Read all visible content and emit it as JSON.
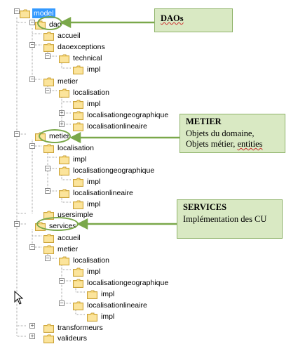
{
  "tree": {
    "root": "model",
    "dao": "dao",
    "dao_accueil": "accueil",
    "daoexceptions": "daoexceptions",
    "technical": "technical",
    "technical_impl": "impl",
    "dao_metier": "metier",
    "dao_metier_localisation": "localisation",
    "dao_metier_localisation_impl": "impl",
    "dao_metier_localisationgeographique": "localisationgeographique",
    "dao_metier_localisationlineaire": "localisationlineaire",
    "metier": "metier",
    "metier_localisation": "localisation",
    "metier_localisation_impl": "impl",
    "metier_localisationgeographique": "localisationgeographique",
    "metier_localisationgeographique_impl": "impl",
    "metier_localisationlineaire": "localisationlineaire",
    "metier_localisationlineaire_impl": "impl",
    "usersimple": "usersimple",
    "services": "services",
    "services_accueil": "accueil",
    "services_metier": "metier",
    "services_localisation": "localisation",
    "services_localisation_impl": "impl",
    "services_localisationgeographique": "localisationgeographique",
    "services_localisationgeographique_impl": "impl",
    "services_localisationlineaire": "localisationlineaire",
    "services_localisationlineaire_impl": "impl",
    "transformeurs": "transformeurs",
    "valideurs": "valideurs"
  },
  "notes": {
    "daos_title": "DAOs",
    "metier_title": "METIER",
    "metier_line1": "Objets du domaine,",
    "metier_line2_a": "Objets métier, ",
    "metier_line2_b": "entities",
    "services_title": "SERVICES",
    "services_body": "Implémentation des CU"
  },
  "colors": {
    "accent_green": "#7aa84a",
    "note_fill": "#d9e9c3",
    "selection": "#3399ff",
    "folder": "#f5d67a"
  },
  "icons": {
    "folder": "folder-icon",
    "expand": "plus-box-icon",
    "collapse": "minus-box-icon",
    "cursor": "mouse-pointer-icon"
  }
}
